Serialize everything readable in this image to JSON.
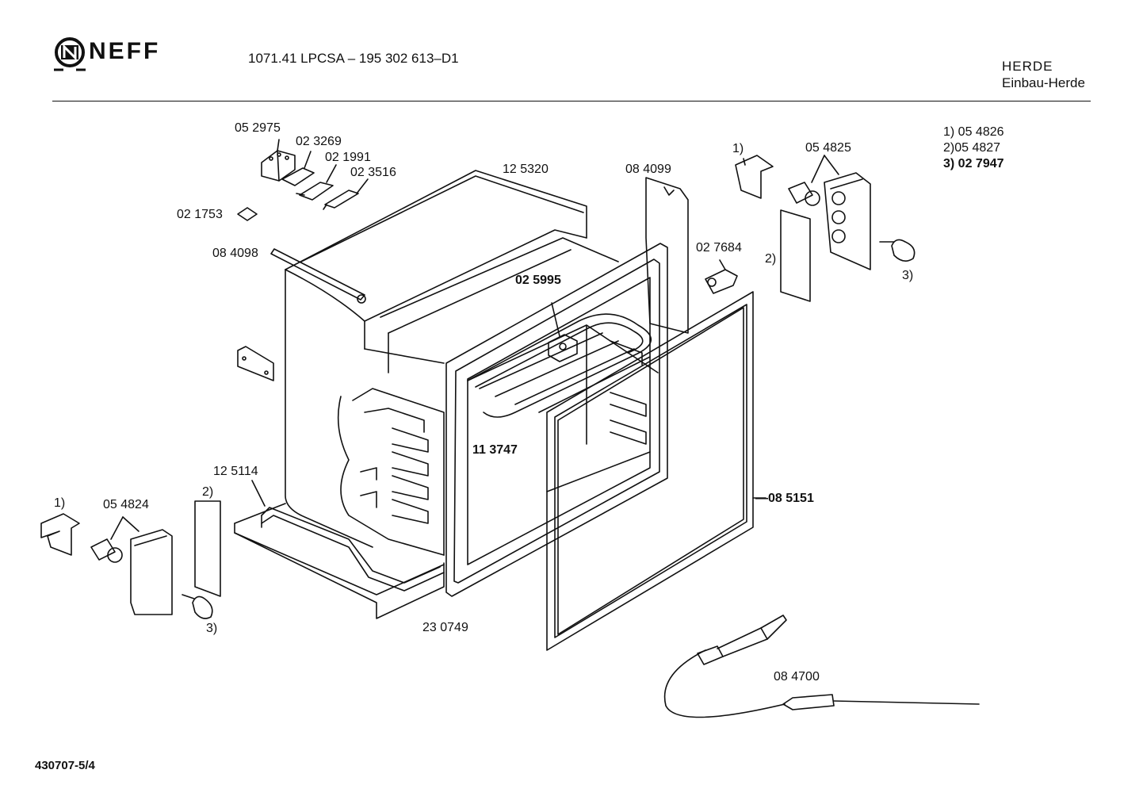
{
  "header": {
    "brand": "NEFF",
    "model": "1071.41 LPCSA – 195 302 613–D1",
    "category": "HERDE",
    "subcategory": "Einbau-Herde"
  },
  "legend": [
    {
      "text": "1) 05 4826",
      "bold": false
    },
    {
      "text": "2)05 4827",
      "bold": false
    },
    {
      "text": "3) 02 7947",
      "bold": true
    }
  ],
  "parts": {
    "p052975": "05 2975",
    "p023269": "02 3269",
    "p021991": "02 1991",
    "p023516": "02 3516",
    "p021753": "02 1753",
    "p084098": "08 4098",
    "p125320": "12 5320",
    "p084099": "08 4099",
    "p025995": "02 5995",
    "p027684": "02 7684",
    "p054825": "05 4825",
    "p113747": "11 3747",
    "p125114": "12 5114",
    "p054824": "05 4824",
    "p085151": "—08 5151",
    "p230749": "23 0749",
    "p084700": "08 4700"
  },
  "callouts": {
    "r1": "1)",
    "r2": "2)",
    "r3": "3)",
    "l1": "1)",
    "l2": "2)",
    "l3": "3)"
  },
  "footer": {
    "code": "430707-5/4"
  }
}
